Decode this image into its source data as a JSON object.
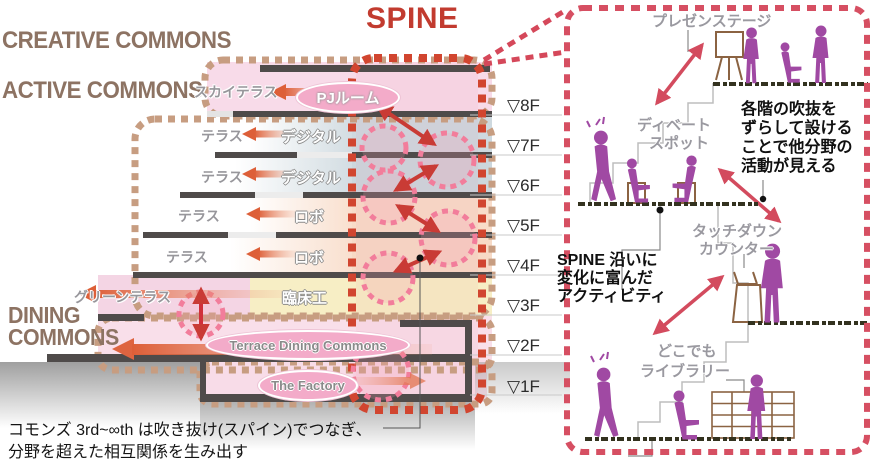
{
  "headers": {
    "creative": "CREATIVE COMMONS",
    "active": "ACTIVE COMMONS",
    "dining_line1": "DINING",
    "dining_line2": "COMMONS",
    "spine": "SPINE"
  },
  "floor_labels": [
    "▽8F",
    "▽7F",
    "▽6F",
    "▽5F",
    "▽4F",
    "▽3F",
    "▽2F",
    "▽1F"
  ],
  "building": {
    "terraces": {
      "sky": "スカイテラス",
      "t7": "テラス",
      "t6": "テラス",
      "t5": "テラス",
      "t4": "テラス",
      "green": "グリーンテラス"
    },
    "rooms": {
      "pj": "PJルーム",
      "digital7": "デジタル",
      "digital6": "デジタル",
      "robo5": "ロボ",
      "robo4": "ロボ",
      "clinical": "臨床工",
      "dining": "Terrace Dining Commons",
      "factory": "The Factory"
    }
  },
  "caption": {
    "line1": "コモンズ 3rd~∞th は吹き抜け(スパイン)でつなぎ、",
    "line2": "分野を超えた相互関係を生み出す"
  },
  "panel": {
    "labels": {
      "stage": "プレゼンステージ",
      "debate1": "ディベート",
      "debate2": "スポット",
      "counter1": "タッチダウン",
      "counter2": "カウンター",
      "library1": "どこでも",
      "library2": "ライブラリー"
    },
    "note_atrium": [
      "各階の吹抜を",
      "ずらして設ける",
      "ことで他分野の",
      "活動が見える"
    ],
    "note_spine": [
      "SPINE 沿いに",
      "変化に富んだ",
      "アクティビティ"
    ]
  },
  "colors": {
    "spine_red": "#d1452f",
    "panel_red": "#d64f62",
    "envelope_tan": "#c79d81",
    "arrow_orange": "#dd5f38",
    "figure_purple": "#a049a3",
    "heading_brown": "#8d7363",
    "slab_gray": "#4f4b4a",
    "ellipse_pink": "#f3abc9"
  }
}
